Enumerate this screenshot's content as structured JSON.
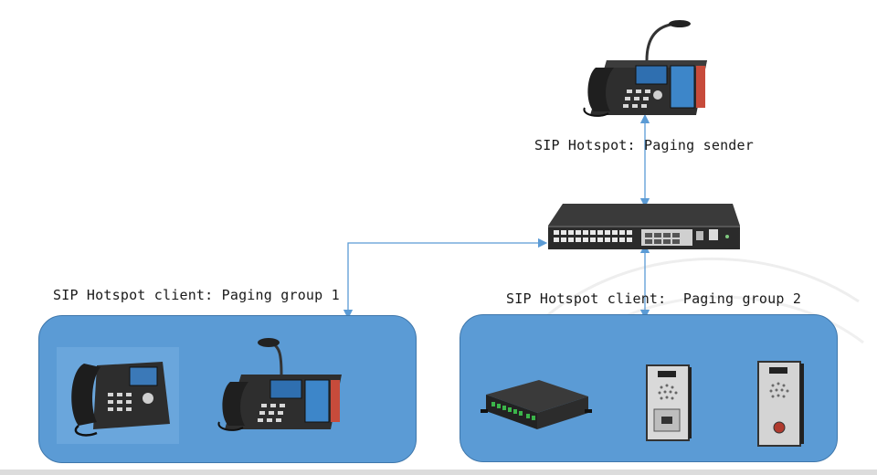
{
  "diagram": {
    "sender_label": "SIP Hotspot: Paging sender",
    "group1_label": "SIP Hotspot client: Paging group 1",
    "group2_label": "SIP Hotspot client:  Paging group 2"
  },
  "colors": {
    "group_fill": "#5b9bd5",
    "link_line": "#5b9bd5",
    "phone_body": "#2b2b2b",
    "panel_silver": "#c8c8c8"
  },
  "icons": [
    "paging-console-phone-icon",
    "network-switch-icon",
    "ip-phone-icon",
    "audio-gateway-box-icon",
    "door-intercom-icon"
  ]
}
